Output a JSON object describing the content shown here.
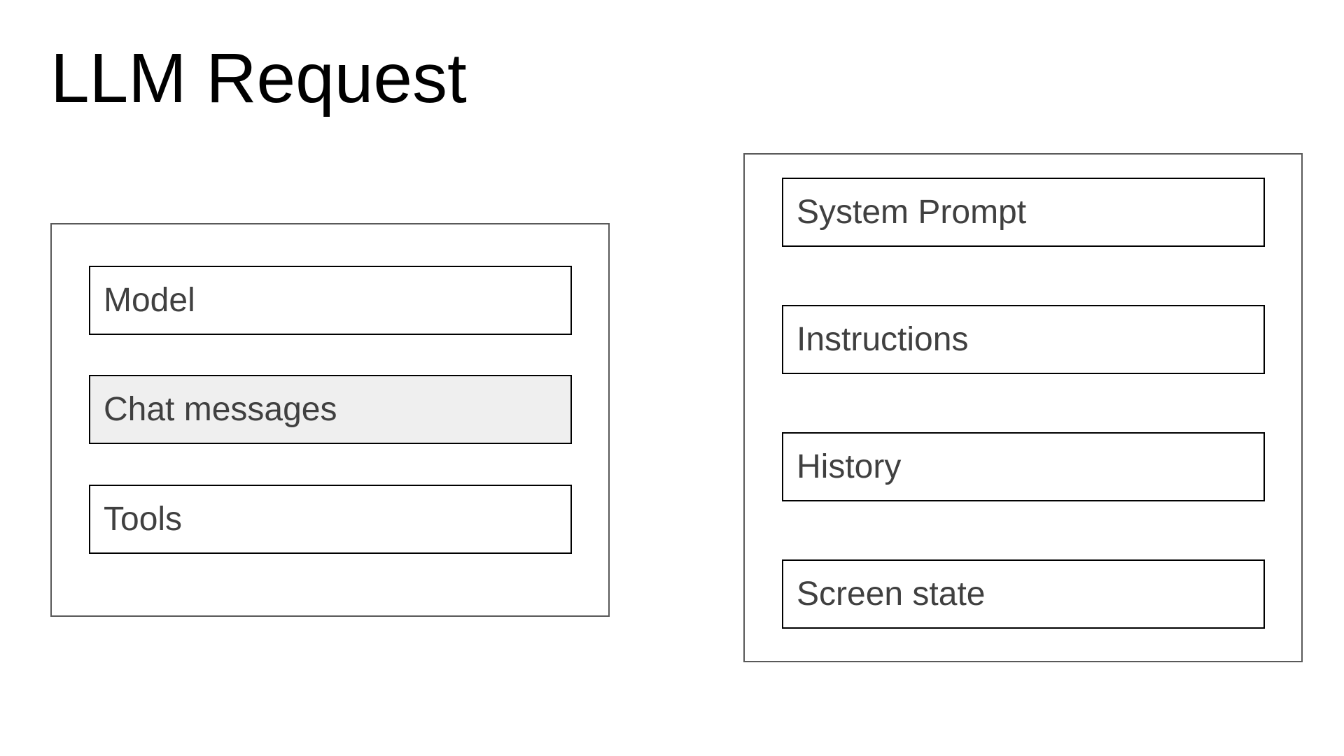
{
  "title": "LLM Request",
  "left_panel": {
    "items": [
      {
        "label": "Model",
        "highlighted": false
      },
      {
        "label": "Chat messages",
        "highlighted": true
      },
      {
        "label": "Tools",
        "highlighted": false
      }
    ]
  },
  "right_panel": {
    "items": [
      {
        "label": "System Prompt"
      },
      {
        "label": "Instructions"
      },
      {
        "label": "History"
      },
      {
        "label": "Screen state"
      }
    ]
  },
  "colors": {
    "highlight_fill": "#efefef",
    "text": "#404040",
    "panel_border": "#595959"
  }
}
